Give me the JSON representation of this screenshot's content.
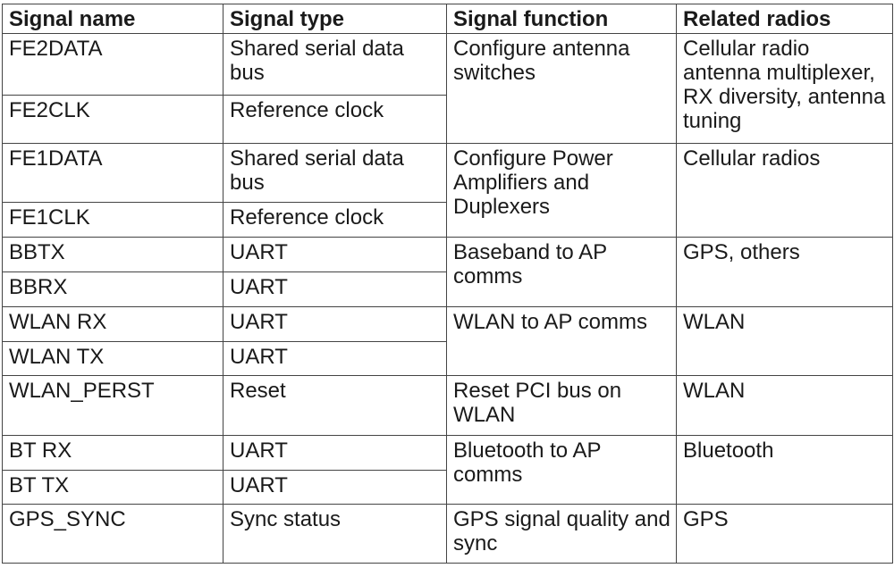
{
  "table": {
    "headers": [
      "Signal name",
      "Signal type",
      "Signal function",
      "Related radios"
    ],
    "rows": [
      {
        "name": "FE2DATA",
        "type": "Shared serial data\nbus",
        "function": "Configure antenna\nswitches",
        "radios": "Cellular radio\nantenna multiplexer,\nRX diversity, antenna\ntuning"
      },
      {
        "name": "FE2CLK",
        "type": "Reference clock"
      },
      {
        "name": "FE1DATA",
        "type": "Shared serial data\nbus",
        "function": "Configure Power\nAmplifiers and\nDuplexers",
        "radios": "Cellular radios"
      },
      {
        "name": "FE1CLK",
        "type": "Reference clock"
      },
      {
        "name": "BBTX",
        "type": "UART",
        "function": "Baseband to AP\ncomms",
        "radios": "GPS, others"
      },
      {
        "name": "BBRX",
        "type": "UART"
      },
      {
        "name": "WLAN RX",
        "type": "UART",
        "function": "WLAN to AP comms",
        "radios": "WLAN"
      },
      {
        "name": "WLAN TX",
        "type": "UART"
      },
      {
        "name": "WLAN_PERST",
        "type": "Reset",
        "function": "Reset PCI bus on\nWLAN",
        "radios": "WLAN"
      },
      {
        "name": "BT RX",
        "type": "UART",
        "function": "Bluetooth to AP\ncomms",
        "radios": "Bluetooth"
      },
      {
        "name": "BT TX",
        "type": "UART"
      },
      {
        "name": "GPS_SYNC",
        "type": "Sync status",
        "function": "GPS signal quality and\nsync",
        "radios": "GPS"
      }
    ]
  },
  "colors": {
    "border": "#444444",
    "text": "#1a1a1a",
    "background": "#ffffff"
  }
}
